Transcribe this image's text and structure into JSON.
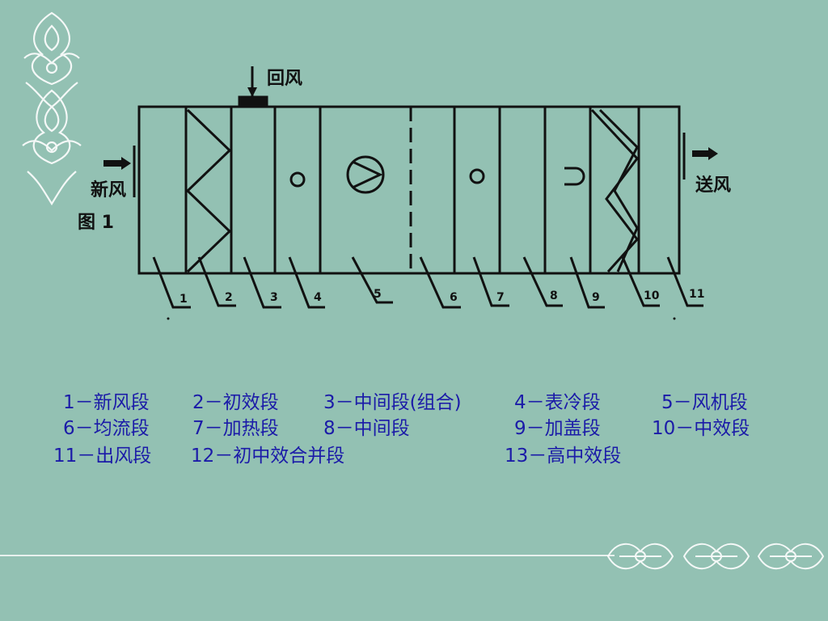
{
  "diagram": {
    "return_air_label": "回风",
    "fresh_air_label": "新风",
    "supply_air_label": "送风",
    "figure_label": "图 1",
    "section_numbers": [
      "1",
      "2",
      "3",
      "4",
      "5",
      "6",
      "7",
      "8",
      "9",
      "10",
      "11"
    ]
  },
  "legend": {
    "rows": [
      [
        "1－新风段",
        "2－初效段",
        "3－中间段(组合)",
        "4－表冷段",
        "5－风机段"
      ],
      [
        "6－均流段",
        "7－加热段",
        "8－中间段",
        "9－加盖段",
        "10－中效段"
      ],
      [
        "11－出风段",
        "12－初中效合并段",
        "13－高中效段"
      ]
    ]
  },
  "colors": {
    "background": "#93c1b3",
    "line": "#111111",
    "legend_text": "#1b1ba8",
    "ornament": "#ffffff"
  },
  "icons": [
    "damask-ornament-icon",
    "fan-icon",
    "heater-icon",
    "coil-icon"
  ]
}
